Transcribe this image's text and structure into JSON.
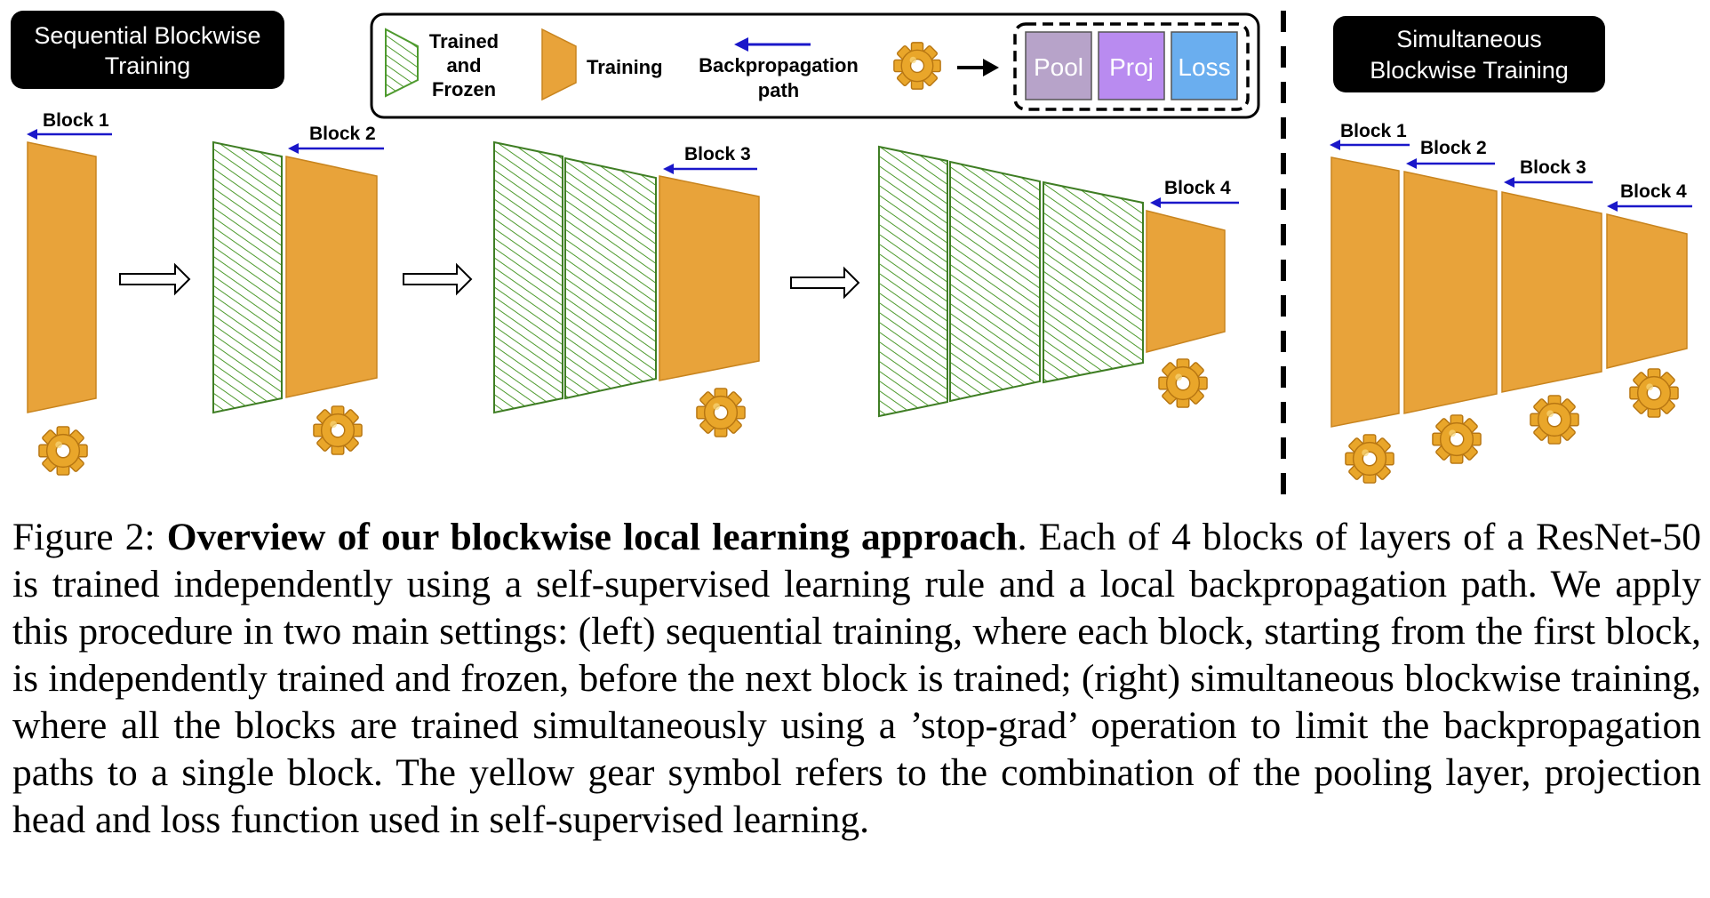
{
  "seq_title": [
    "Sequential Blockwise",
    "Training"
  ],
  "sim_title": [
    "Simultaneous",
    "Blockwise Training"
  ],
  "legend": {
    "frozen": [
      "Trained",
      "and",
      "Frozen"
    ],
    "training": "Training",
    "backprop": [
      "Backpropagation",
      "path"
    ],
    "modules": [
      "Pool",
      "Proj",
      "Loss"
    ]
  },
  "blocks": {
    "b1": "Block 1",
    "b2": "Block 2",
    "b3": "Block 3",
    "b4": "Block 4"
  },
  "colors": {
    "training": "#E8A33A",
    "frozen": "#4E9A2E",
    "arrow": "#1a17c9",
    "pool": "#B7A3C9",
    "proj": "#B98BF0",
    "loss": "#6AAEEF",
    "gear": "#E9A62A"
  },
  "caption": {
    "label": "Figure 2:",
    "title": "Overview of our blockwise local learning approach",
    "body_1": ". Each of 4 blocks of layers of a ResNet-50 is trained independently using a self-supervised learning rule and a local backpropagation path. We apply this procedure in two main settings: (left) sequential training, where each block, starting from the first block, is independently trained and frozen, before the next block is trained; (right) simultaneous blockwise training, where all the blocks are trained simultaneously using a ’stop-grad’ operation to limit the backpropagation paths to a single block. The yellow gear symbol refers to the combination of the pooling layer, projection head and loss function used in self-supervised learning."
  }
}
